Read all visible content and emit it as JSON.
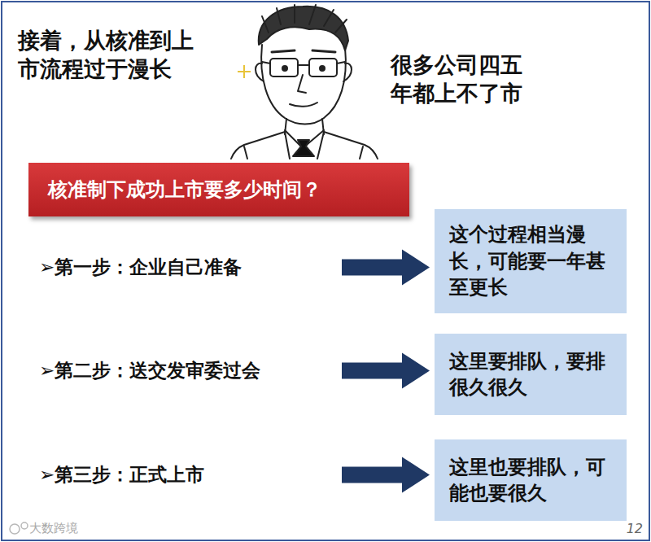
{
  "diagram": {
    "nodes": [
      {
        "text": [
          "核准制下成功上市要多少时间？"
        ]
      },
      {
        "text": [
          "➢第一步：企业自己准备"
        ]
      },
      {
        "text": [
          "这个过程相当漫长，可能要一年甚至更长"
        ]
      },
      {
        "text": [
          "➢第二步：送交发审委过会"
        ]
      },
      {
        "text": [
          "这里要排队，要排很久很久"
        ]
      },
      {
        "text": [
          "➢第三步：正式上市"
        ]
      },
      {
        "text": [
          "这里也要排队，可能也要很久"
        ]
      }
    ],
    "edges": [
      {
        "from": 1,
        "to": 2,
        "arrow": "to"
      },
      {
        "from": 3,
        "to": 4,
        "arrow": "to"
      },
      {
        "from": 5,
        "to": 6,
        "arrow": "to"
      }
    ],
    "labels": [
      "接着，从核准到上市流程过于漫长",
      "很多公司四五年都上不了市",
      "大数跨境",
      "12"
    ]
  }
}
